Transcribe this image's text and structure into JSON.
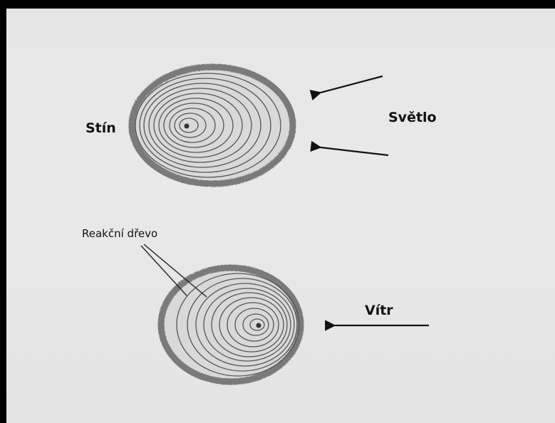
{
  "labels": {
    "shade": "Stín",
    "light": "Světlo",
    "wind": "Vítr",
    "reaction_wood": "Reakční dřevo"
  },
  "colors": {
    "paper": "#e7e7e7",
    "bark": "#7a7a7a",
    "rings": "#555555",
    "ink": "#111111"
  },
  "icons": [
    "arrow-left-icon"
  ]
}
